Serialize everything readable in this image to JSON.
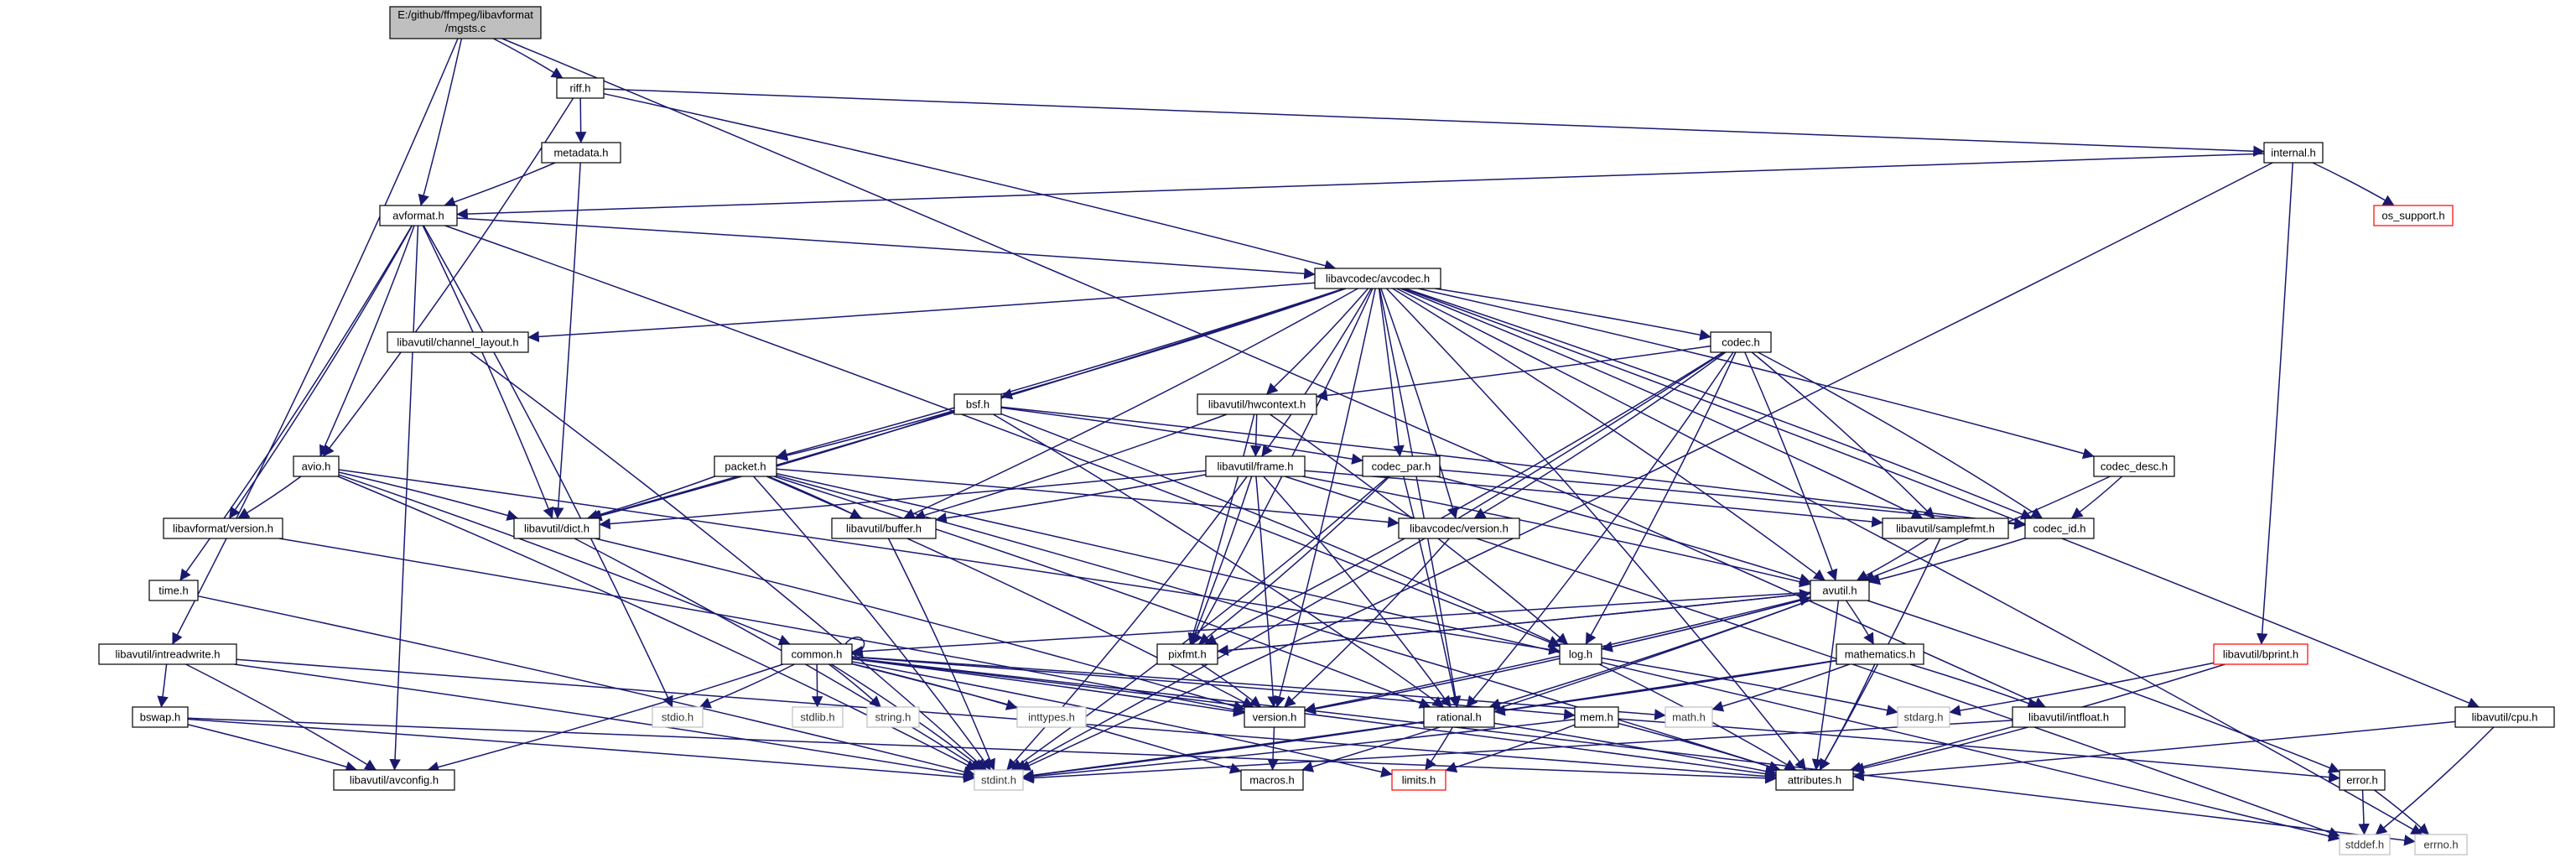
{
  "colors": {
    "edge": "#191970",
    "node_border": "#000000",
    "node_fill": "#ffffff",
    "root_fill": "#bfbfbf",
    "incomplete_border": "#ff0000",
    "external_border": "#bfbfbf",
    "external_text": "#333333"
  },
  "nodes": [
    {
      "id": "root",
      "label": "E:/github/ffmpeg/libavformat\n/mgsts.c",
      "style": "root"
    },
    {
      "id": "riff",
      "label": "riff.h",
      "style": "normal"
    },
    {
      "id": "metadata",
      "label": "metadata.h",
      "style": "normal"
    },
    {
      "id": "internal",
      "label": "internal.h",
      "style": "normal"
    },
    {
      "id": "os_support",
      "label": "os_support.h",
      "style": "incomplete"
    },
    {
      "id": "avformat",
      "label": "avformat.h",
      "style": "normal"
    },
    {
      "id": "avcodec",
      "label": "libavcodec/avcodec.h",
      "style": "normal"
    },
    {
      "id": "channel_layout",
      "label": "libavutil/channel_layout.h",
      "style": "normal"
    },
    {
      "id": "codec",
      "label": "codec.h",
      "style": "normal"
    },
    {
      "id": "hwcontext",
      "label": "libavutil/hwcontext.h",
      "style": "normal"
    },
    {
      "id": "bsf",
      "label": "bsf.h",
      "style": "normal"
    },
    {
      "id": "frame",
      "label": "libavutil/frame.h",
      "style": "normal"
    },
    {
      "id": "codec_par",
      "label": "codec_par.h",
      "style": "normal"
    },
    {
      "id": "codec_desc",
      "label": "codec_desc.h",
      "style": "normal"
    },
    {
      "id": "avio",
      "label": "avio.h",
      "style": "normal"
    },
    {
      "id": "packet",
      "label": "packet.h",
      "style": "normal"
    },
    {
      "id": "lavf_version",
      "label": "libavformat/version.h",
      "style": "normal"
    },
    {
      "id": "dict",
      "label": "libavutil/dict.h",
      "style": "normal"
    },
    {
      "id": "buffer",
      "label": "libavutil/buffer.h",
      "style": "normal"
    },
    {
      "id": "lavc_version",
      "label": "libavcodec/version.h",
      "style": "normal"
    },
    {
      "id": "samplefmt",
      "label": "libavutil/samplefmt.h",
      "style": "normal"
    },
    {
      "id": "codec_id",
      "label": "codec_id.h",
      "style": "normal"
    },
    {
      "id": "time",
      "label": "time.h",
      "style": "normal"
    },
    {
      "id": "avutil",
      "label": "avutil.h",
      "style": "normal"
    },
    {
      "id": "intreadwrite",
      "label": "libavutil/intreadwrite.h",
      "style": "normal"
    },
    {
      "id": "common",
      "label": "common.h",
      "style": "normal"
    },
    {
      "id": "pixfmt",
      "label": "pixfmt.h",
      "style": "normal"
    },
    {
      "id": "log",
      "label": "log.h",
      "style": "normal"
    },
    {
      "id": "mathematics",
      "label": "mathematics.h",
      "style": "normal"
    },
    {
      "id": "bprint",
      "label": "libavutil/bprint.h",
      "style": "incomplete"
    },
    {
      "id": "bswap",
      "label": "bswap.h",
      "style": "normal"
    },
    {
      "id": "stdio",
      "label": "stdio.h",
      "style": "external"
    },
    {
      "id": "stdlib",
      "label": "stdlib.h",
      "style": "external"
    },
    {
      "id": "string",
      "label": "string.h",
      "style": "external"
    },
    {
      "id": "inttypes",
      "label": "inttypes.h",
      "style": "external"
    },
    {
      "id": "version",
      "label": "version.h",
      "style": "normal"
    },
    {
      "id": "rational",
      "label": "rational.h",
      "style": "normal"
    },
    {
      "id": "mem",
      "label": "mem.h",
      "style": "normal"
    },
    {
      "id": "math",
      "label": "math.h",
      "style": "external"
    },
    {
      "id": "stdarg",
      "label": "stdarg.h",
      "style": "external"
    },
    {
      "id": "intfloat",
      "label": "libavutil/intfloat.h",
      "style": "normal"
    },
    {
      "id": "cpu",
      "label": "libavutil/cpu.h",
      "style": "normal"
    },
    {
      "id": "avconfig",
      "label": "libavutil/avconfig.h",
      "style": "normal"
    },
    {
      "id": "stdint",
      "label": "stdint.h",
      "style": "external"
    },
    {
      "id": "macros",
      "label": "macros.h",
      "style": "normal"
    },
    {
      "id": "limits",
      "label": "limits.h",
      "style": "incomplete"
    },
    {
      "id": "attributes",
      "label": "attributes.h",
      "style": "normal"
    },
    {
      "id": "error",
      "label": "error.h",
      "style": "normal"
    },
    {
      "id": "stddef",
      "label": "stddef.h",
      "style": "external"
    },
    {
      "id": "errno",
      "label": "errno.h",
      "style": "external"
    }
  ],
  "edges": [
    [
      "root",
      "riff"
    ],
    [
      "root",
      "avformat"
    ],
    [
      "root",
      "intreadwrite"
    ],
    [
      "root",
      "intfloat"
    ],
    [
      "riff",
      "metadata"
    ],
    [
      "riff",
      "internal"
    ],
    [
      "riff",
      "avcodec"
    ],
    [
      "riff",
      "avio"
    ],
    [
      "metadata",
      "avformat"
    ],
    [
      "metadata",
      "dict"
    ],
    [
      "internal",
      "avformat"
    ],
    [
      "internal",
      "os_support"
    ],
    [
      "internal",
      "bprint"
    ],
    [
      "internal",
      "stdint"
    ],
    [
      "avformat",
      "avcodec"
    ],
    [
      "avformat",
      "time"
    ],
    [
      "avformat",
      "stdio"
    ],
    [
      "avformat",
      "avio"
    ],
    [
      "avformat",
      "lavf_version"
    ],
    [
      "avformat",
      "dict"
    ],
    [
      "avformat",
      "log"
    ],
    [
      "avformat",
      "avconfig"
    ],
    [
      "avcodec",
      "channel_layout"
    ],
    [
      "avcodec",
      "codec"
    ],
    [
      "avcodec",
      "hwcontext"
    ],
    [
      "avcodec",
      "bsf"
    ],
    [
      "avcodec",
      "frame"
    ],
    [
      "avcodec",
      "codec_par"
    ],
    [
      "avcodec",
      "codec_desc"
    ],
    [
      "avcodec",
      "packet"
    ],
    [
      "avcodec",
      "dict"
    ],
    [
      "avcodec",
      "buffer"
    ],
    [
      "avcodec",
      "lavc_version"
    ],
    [
      "avcodec",
      "samplefmt"
    ],
    [
      "avcodec",
      "codec_id"
    ],
    [
      "avcodec",
      "avutil"
    ],
    [
      "avcodec",
      "pixfmt"
    ],
    [
      "avcodec",
      "rational"
    ],
    [
      "avcodec",
      "attributes"
    ],
    [
      "avcodec",
      "cpu"
    ],
    [
      "avcodec",
      "errno"
    ],
    [
      "avcodec",
      "version"
    ],
    [
      "codec",
      "hwcontext"
    ],
    [
      "codec",
      "samplefmt"
    ],
    [
      "codec",
      "codec_id"
    ],
    [
      "codec",
      "lavc_version"
    ],
    [
      "codec",
      "avutil"
    ],
    [
      "codec",
      "log"
    ],
    [
      "codec",
      "pixfmt"
    ],
    [
      "codec",
      "rational"
    ],
    [
      "codec",
      "stdint"
    ],
    [
      "hwcontext",
      "frame"
    ],
    [
      "hwcontext",
      "buffer"
    ],
    [
      "hwcontext",
      "pixfmt"
    ],
    [
      "hwcontext",
      "log"
    ],
    [
      "bsf",
      "packet"
    ],
    [
      "bsf",
      "codec_par"
    ],
    [
      "bsf",
      "codec_id"
    ],
    [
      "bsf",
      "dict"
    ],
    [
      "bsf",
      "log"
    ],
    [
      "bsf",
      "rational"
    ],
    [
      "frame",
      "avutil"
    ],
    [
      "frame",
      "buffer"
    ],
    [
      "frame",
      "dict"
    ],
    [
      "frame",
      "rational"
    ],
    [
      "frame",
      "samplefmt"
    ],
    [
      "frame",
      "pixfmt"
    ],
    [
      "frame",
      "version"
    ],
    [
      "frame",
      "stddef"
    ],
    [
      "frame",
      "stdint"
    ],
    [
      "codec_par",
      "codec_id"
    ],
    [
      "codec_par",
      "avutil"
    ],
    [
      "codec_par",
      "pixfmt"
    ],
    [
      "codec_par",
      "rational"
    ],
    [
      "codec_par",
      "stdint"
    ],
    [
      "codec_desc",
      "codec_id"
    ],
    [
      "codec_desc",
      "avutil"
    ],
    [
      "avio",
      "lavf_version"
    ],
    [
      "avio",
      "dict"
    ],
    [
      "avio",
      "common"
    ],
    [
      "avio",
      "log"
    ],
    [
      "avio",
      "stdint"
    ],
    [
      "packet",
      "buffer"
    ],
    [
      "packet",
      "dict"
    ],
    [
      "packet",
      "lavc_version"
    ],
    [
      "packet",
      "rational"
    ],
    [
      "packet",
      "version"
    ],
    [
      "packet",
      "attributes"
    ],
    [
      "packet",
      "stddef"
    ],
    [
      "packet",
      "stdint"
    ],
    [
      "lavf_version",
      "version"
    ],
    [
      "dict",
      "stdint"
    ],
    [
      "dict",
      "version"
    ],
    [
      "buffer",
      "stdint"
    ],
    [
      "lavc_version",
      "version"
    ],
    [
      "samplefmt",
      "avutil"
    ],
    [
      "samplefmt",
      "attributes"
    ],
    [
      "codec_id",
      "avutil"
    ],
    [
      "channel_layout",
      "stdint"
    ],
    [
      "time",
      "stdint"
    ],
    [
      "avutil",
      "common"
    ],
    [
      "avutil",
      "pixfmt"
    ],
    [
      "avutil",
      "log"
    ],
    [
      "avutil",
      "mathematics"
    ],
    [
      "avutil",
      "rational"
    ],
    [
      "avutil",
      "version"
    ],
    [
      "avutil",
      "macros"
    ],
    [
      "avutil",
      "error"
    ],
    [
      "avutil",
      "attributes"
    ],
    [
      "intreadwrite",
      "bswap"
    ],
    [
      "intreadwrite",
      "avconfig"
    ],
    [
      "intreadwrite",
      "attributes"
    ],
    [
      "intreadwrite",
      "stdint"
    ],
    [
      "common",
      "stdio"
    ],
    [
      "common",
      "stdlib"
    ],
    [
      "common",
      "string"
    ],
    [
      "common",
      "inttypes"
    ],
    [
      "common",
      "math"
    ],
    [
      "common",
      "stdint"
    ],
    [
      "common",
      "limits"
    ],
    [
      "common",
      "errno"
    ],
    [
      "common",
      "attributes"
    ],
    [
      "common",
      "macros"
    ],
    [
      "common",
      "version"
    ],
    [
      "common",
      "avconfig"
    ],
    [
      "common",
      "mem"
    ],
    [
      "common",
      "common"
    ],
    [
      "pixfmt",
      "avutil"
    ],
    [
      "pixfmt",
      "version"
    ],
    [
      "log",
      "avutil"
    ],
    [
      "log",
      "stdarg"
    ],
    [
      "log",
      "attributes"
    ],
    [
      "log",
      "version"
    ],
    [
      "mathematics",
      "rational"
    ],
    [
      "mathematics",
      "intfloat"
    ],
    [
      "mathematics",
      "attributes"
    ],
    [
      "mathematics",
      "math"
    ],
    [
      "mathematics",
      "stdint"
    ],
    [
      "bprint",
      "stdarg"
    ],
    [
      "bprint",
      "attributes"
    ],
    [
      "bswap",
      "stdint"
    ],
    [
      "bswap",
      "avconfig"
    ],
    [
      "bswap",
      "attributes"
    ],
    [
      "version",
      "macros"
    ],
    [
      "rational",
      "stdint"
    ],
    [
      "rational",
      "limits"
    ],
    [
      "rational",
      "attributes"
    ],
    [
      "mem",
      "stdint"
    ],
    [
      "mem",
      "limits"
    ],
    [
      "mem",
      "attributes"
    ],
    [
      "mem",
      "error"
    ],
    [
      "intfloat",
      "stdint"
    ],
    [
      "intfloat",
      "attributes"
    ],
    [
      "cpu",
      "attributes"
    ],
    [
      "cpu",
      "stddef"
    ],
    [
      "error",
      "stddef"
    ],
    [
      "error",
      "errno"
    ]
  ]
}
